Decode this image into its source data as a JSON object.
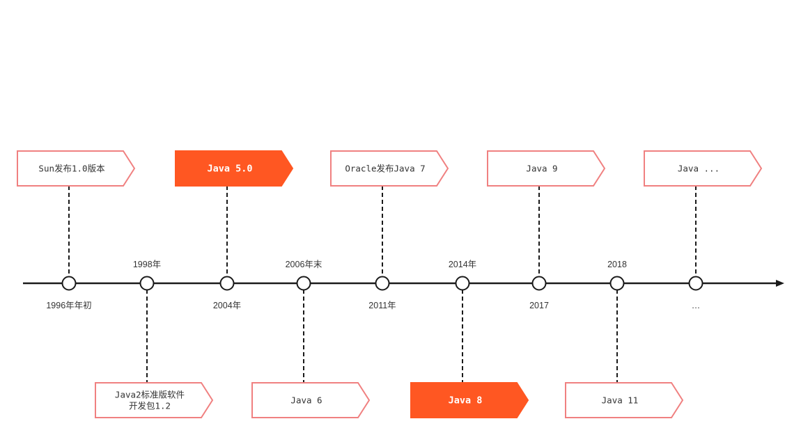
{
  "colors": {
    "accent": "#FF5722",
    "box_border": "#F08080",
    "line": "#1a1a1a",
    "text": "#333333"
  },
  "events": [
    {
      "date": "1996年年初",
      "label": [
        "Sun发布1.0版本"
      ],
      "highlight": false
    },
    {
      "date": "1998年",
      "label": [
        "Java2标准版软件",
        "开发包1.2"
      ],
      "highlight": false
    },
    {
      "date": "2004年",
      "label": [
        "Java 5.0"
      ],
      "highlight": true
    },
    {
      "date": "2006年末",
      "label": [
        "Java 6"
      ],
      "highlight": false
    },
    {
      "date": "2011年",
      "label": [
        "Oracle发布Java 7"
      ],
      "highlight": false
    },
    {
      "date": "2014年",
      "label": [
        "Java 8"
      ],
      "highlight": true
    },
    {
      "date": "2017",
      "label": [
        "Java 9"
      ],
      "highlight": false
    },
    {
      "date": "2018",
      "label": [
        "Java 11"
      ],
      "highlight": false
    },
    {
      "date": "…",
      "label": [
        "Java ..."
      ],
      "highlight": false
    }
  ]
}
